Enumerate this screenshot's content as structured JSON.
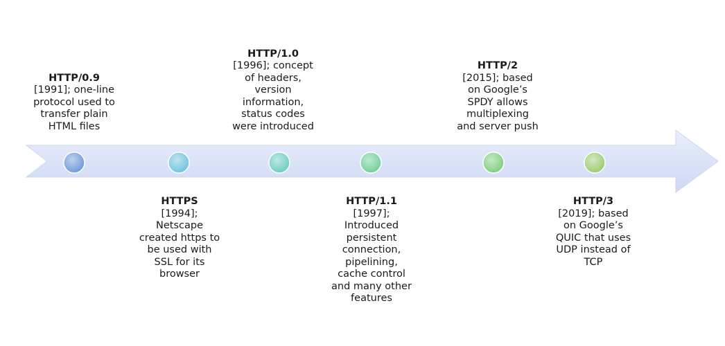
{
  "timeline": {
    "events": [
      {
        "title": "HTTP/0.9",
        "desc": "[1991]; one-line protocol used to transfer plain HTML files",
        "color": "#6f9ad8"
      },
      {
        "title": "HTTPS",
        "desc": "[1994]; Netscape created https to be used with SSL for its browser",
        "color": "#6fc4e0"
      },
      {
        "title": "HTTP/1.0",
        "desc": "[1996]; concept of headers, version information, status codes were introduced",
        "color": "#6ccdc2"
      },
      {
        "title": "HTTP/1.1",
        "desc": "[1997]; Introduced persistent connection, pipelining, cache control and many other features",
        "color": "#72cf9a"
      },
      {
        "title": "HTTP/2",
        "desc": "[2015]; based on Google’s SPDY allows multiplexing and server push",
        "color": "#7fce7e"
      },
      {
        "title": "HTTP/3",
        "desc": "[2019]; based on Google’s QUIC that uses UDP instead of TCP",
        "color": "#9ccb72"
      }
    ],
    "arrow_color": "#dde4f7"
  }
}
